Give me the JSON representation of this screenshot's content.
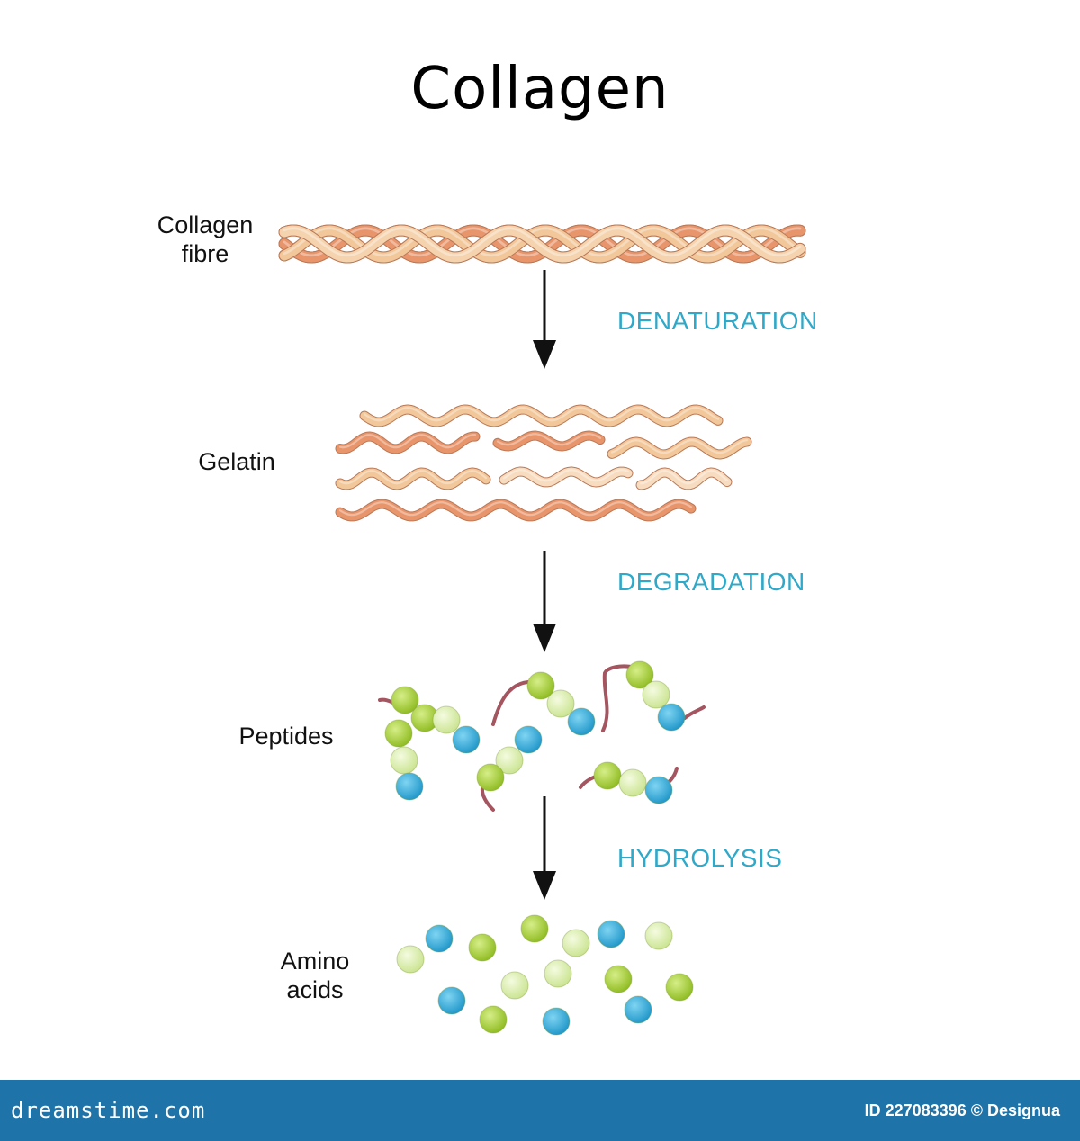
{
  "title": "Collagen",
  "stages": [
    {
      "label_lines": [
        "Collagen",
        "fibre"
      ]
    },
    {
      "label_lines": [
        "Gelatin"
      ]
    },
    {
      "label_lines": [
        "Peptides"
      ]
    },
    {
      "label_lines": [
        "Amino",
        "acids"
      ]
    }
  ],
  "processes": [
    "DENATURATION",
    "DEGRADATION",
    "HYDROLYSIS"
  ],
  "colors": {
    "process_text": "#2fa9c9",
    "strand_orange": "#e8956c",
    "strand_beige": "#f2c79a",
    "strand_light": "#f8dcc0",
    "amino_green": "#9cc82a",
    "amino_lightgreen": "#d9ecaa",
    "amino_blue": "#29a8d8",
    "peptide_bond": "#a4555f",
    "footer_bg": "#1e74a8"
  },
  "footer": {
    "brand": "dreamstime.com",
    "credit": "ID 227083396 © Designua"
  }
}
